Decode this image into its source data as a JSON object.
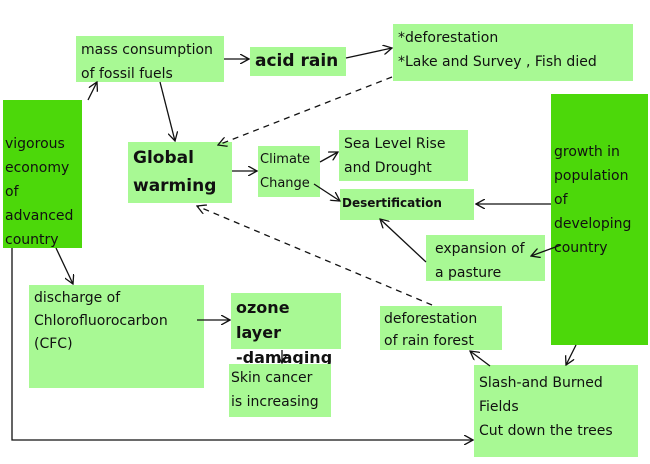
{
  "nodes": {
    "mass_consumption": "mass consumption\nof fossil fuels",
    "acid_rain": "acid rain",
    "acid_effects": "*deforestation\n*Lake and Survey , Fish died",
    "vigorous_economy": "vigorous\neconomy of\nadvanced\n country",
    "global_warming": "Global\n   warming",
    "climate_change": "Climate\nChange",
    "sea_level": "Sea Level Rise\nand Drought",
    "desertification": "Desertification",
    "population_growth": "growth in\npopulation\n of\n developing\ncountry",
    "pasture": "expansion of\na pasture",
    "cfc": "discharge of\nChlorofluorocarbon\n(CFC)",
    "ozone": "ozone layer\n-damaging",
    "skin_cancer": "Skin cancer\nis increasing",
    "rainforest": "deforestation\nof rain forest",
    "slash": "Slash-and Burned\nFields\nCut down the trees"
  },
  "colors": {
    "light": "#a8f994",
    "dark": "#4cd80a"
  }
}
